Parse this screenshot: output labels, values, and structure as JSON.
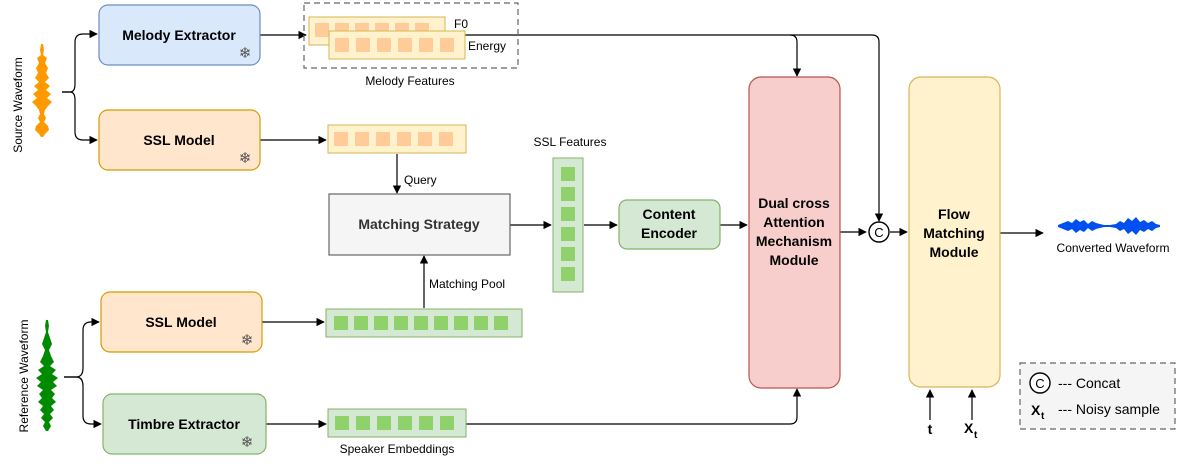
{
  "source_waveform_label": "Source Waveform",
  "reference_waveform_label": "Reference Waveform",
  "converted_waveform_label": "Converted Waveform",
  "boxes": {
    "melody_extractor": "Melody Extractor",
    "ssl_model_top": "SSL Model",
    "matching_strategy": "Matching Strategy",
    "ssl_model_bottom": "SSL Model",
    "timbre_extractor": "Timbre Extractor",
    "content_encoder": [
      "Content",
      "Encoder"
    ],
    "dual_cross": [
      "Dual cross",
      "Attention",
      "Mechanism",
      "Module"
    ],
    "flow_matching": [
      "Flow",
      "Matching",
      "Module"
    ]
  },
  "labels": {
    "f0": "F0",
    "energy": "Energy",
    "melody_features": "Melody Features",
    "ssl_features": "SSL Features",
    "query": "Query",
    "matching_pool": "Matching Pool",
    "speaker_embeddings": "Speaker Embeddings",
    "t": "t",
    "xt_main": "X",
    "xt_sub": "t",
    "concat_symbol": "C"
  },
  "legend": {
    "concat_symbol": "C",
    "concat_text": "--- Concat",
    "noisy_symbol_main": "X",
    "noisy_symbol_sub": "t",
    "noisy_text": "--- Noisy sample"
  },
  "frozen_symbol": "❄",
  "colors": {
    "orange_fill": "#ffe6cc",
    "orange_stroke": "#d79b00",
    "orange_cell": "#ffcc99",
    "feature_fill": "#fff2cc",
    "blue_fill": "#dae8fc",
    "blue_stroke": "#6c8ebf",
    "green_fill": "#d5e8d4",
    "green_stroke": "#82b366",
    "green_cell": "#8fd16a",
    "red_fill": "#f8cecc",
    "red_stroke": "#b85450",
    "yellow_fill": "#fff2cc",
    "yellow_stroke": "#d6b656",
    "gray_fill": "#f5f5f5",
    "gray_stroke": "#666666",
    "source_wave": "#ff9900",
    "reference_wave": "#008a00",
    "converted_wave": "#0050ef"
  }
}
